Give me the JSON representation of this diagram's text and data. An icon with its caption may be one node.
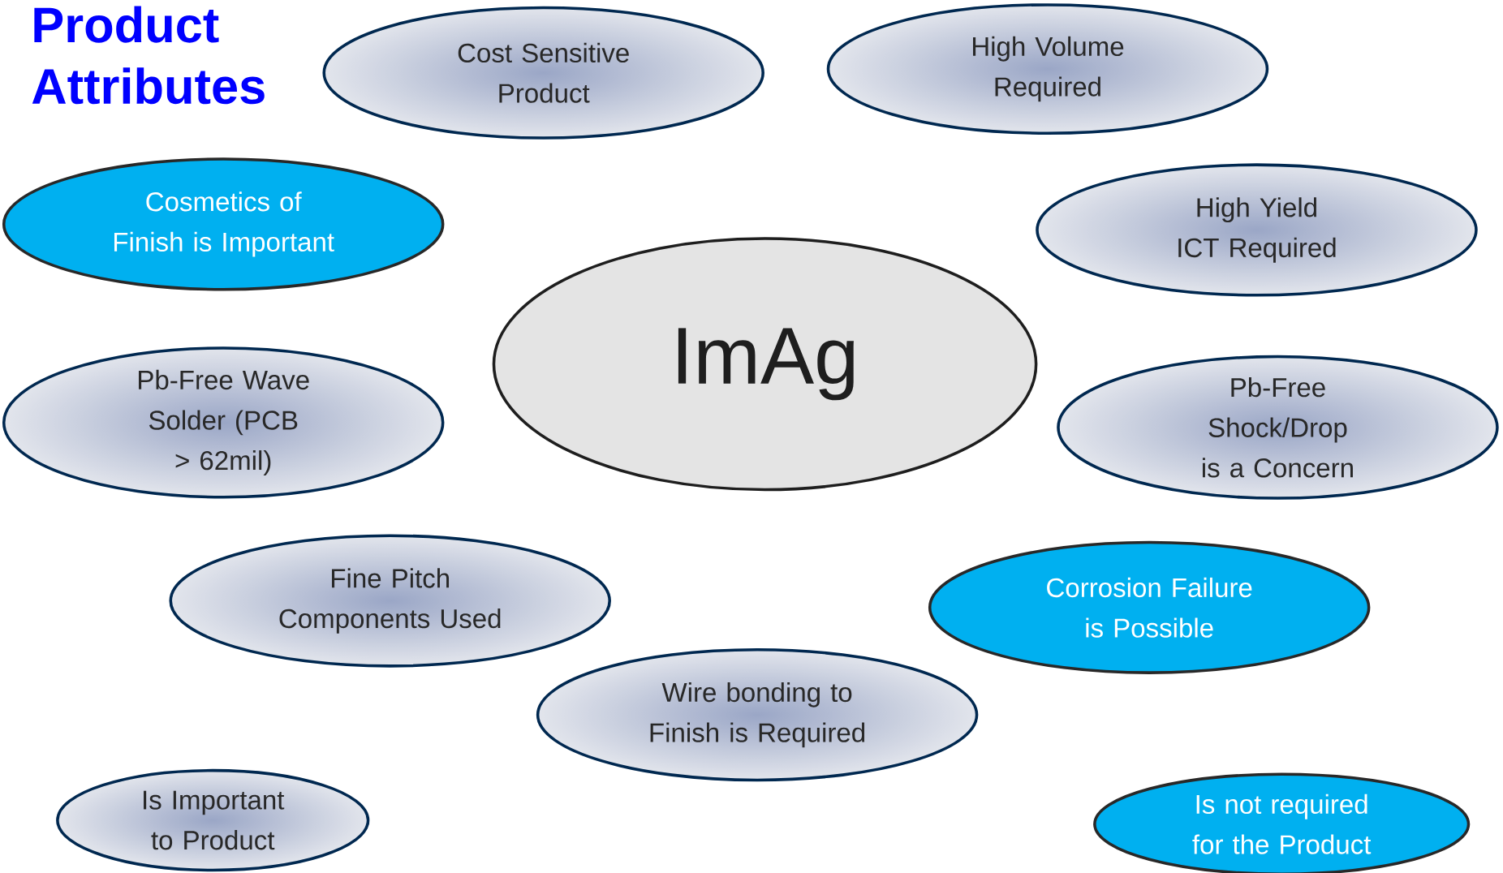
{
  "diagram": {
    "title": "Product Attributes",
    "nodes": [
      {
        "text": [
          "Cost Sensitive Product"
        ]
      },
      {
        "text": [
          "High Volume Required"
        ]
      },
      {
        "text": [
          "Cosmetics of Finish is Important"
        ]
      },
      {
        "text": [
          "High Yield ICT Required"
        ]
      },
      {
        "text": [
          "ImAg"
        ]
      },
      {
        "text": [
          "Pb-Free Wave Solder (PCB > 62mil)"
        ]
      },
      {
        "text": [
          "Pb-Free Shock/Drop is a Concern"
        ]
      },
      {
        "text": [
          "Fine Pitch Components Used"
        ]
      },
      {
        "text": [
          "Corrosion Failure is Possible"
        ]
      },
      {
        "text": [
          "Wire bonding to Finish is Required"
        ]
      },
      {
        "text": [
          "Is Important to Product"
        ]
      },
      {
        "text": [
          "Is not required for the Product"
        ]
      }
    ]
  }
}
